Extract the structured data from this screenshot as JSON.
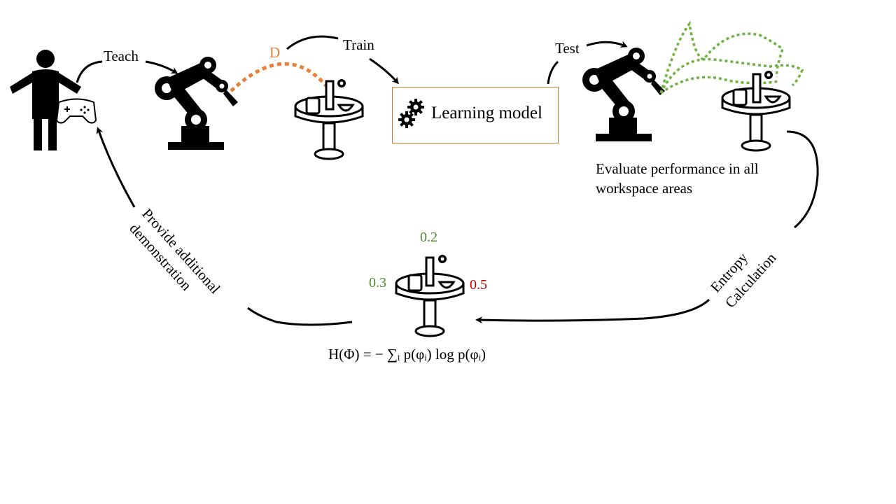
{
  "labels": {
    "teach": "Teach",
    "train": "Train",
    "test": "Test",
    "dataset": "D",
    "learning_model": "Learning model",
    "evaluate_line1": "Evaluate performance in all",
    "evaluate_line2": "workspace areas",
    "entropy_line1": "Entropy",
    "entropy_line2": "Calculation",
    "provide_line1": "Provide additional",
    "provide_line2": "demonstration",
    "formula": "H(Φ) = − ∑ᵢ p(φᵢ) log p(φᵢ)"
  },
  "probabilities": {
    "top": "0.2",
    "left": "0.3",
    "right": "0.5"
  },
  "colors": {
    "arrow": "#000000",
    "demo_path": "#e8803a",
    "test_paths": "#6db33f",
    "prob_low": "#4a8a2a",
    "prob_high": "#c00000",
    "model_border": "#d07c3a"
  }
}
